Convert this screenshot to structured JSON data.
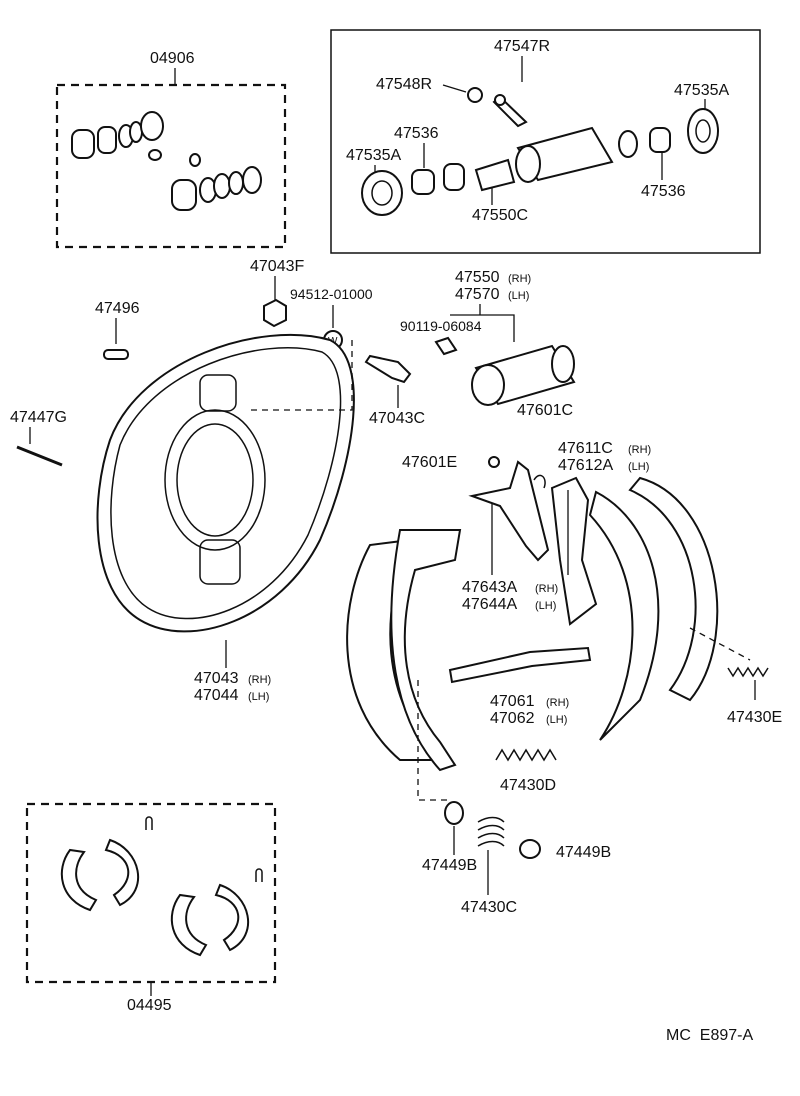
{
  "diagram": {
    "code": "MC  E897-A",
    "kit_labels": {
      "wheel_cylinder_kit": "04906",
      "shoe_kit": "04495"
    },
    "parts": [
      {
        "id": "04906"
      },
      {
        "id": "47547R"
      },
      {
        "id": "47548R"
      },
      {
        "id": "47535A",
        "instance": "right"
      },
      {
        "id": "47536",
        "instance": "left"
      },
      {
        "id": "47535A",
        "instance": "left"
      },
      {
        "id": "47536",
        "instance": "right"
      },
      {
        "id": "47550C"
      },
      {
        "id": "47043F"
      },
      {
        "id": "94512-01000"
      },
      {
        "id": "47496"
      },
      {
        "id": "47550",
        "side": "(RH)"
      },
      {
        "id": "47570",
        "side": "(LH)"
      },
      {
        "id": "90119-06084"
      },
      {
        "id": "47447G"
      },
      {
        "id": "47043C"
      },
      {
        "id": "47601C"
      },
      {
        "id": "47601E"
      },
      {
        "id": "47611C",
        "side": "(RH)"
      },
      {
        "id": "47612A",
        "side": "(LH)"
      },
      {
        "id": "47643A",
        "side": "(RH)"
      },
      {
        "id": "47644A",
        "side": "(LH)"
      },
      {
        "id": "47043",
        "side": "(RH)"
      },
      {
        "id": "47044",
        "side": "(LH)"
      },
      {
        "id": "47061",
        "side": "(RH)"
      },
      {
        "id": "47062",
        "side": "(LH)"
      },
      {
        "id": "47430E"
      },
      {
        "id": "47430D"
      },
      {
        "id": "47449B",
        "instance": "left"
      },
      {
        "id": "47449B",
        "instance": "right"
      },
      {
        "id": "47430C"
      },
      {
        "id": "04495"
      }
    ],
    "washer_symbol": "W"
  }
}
